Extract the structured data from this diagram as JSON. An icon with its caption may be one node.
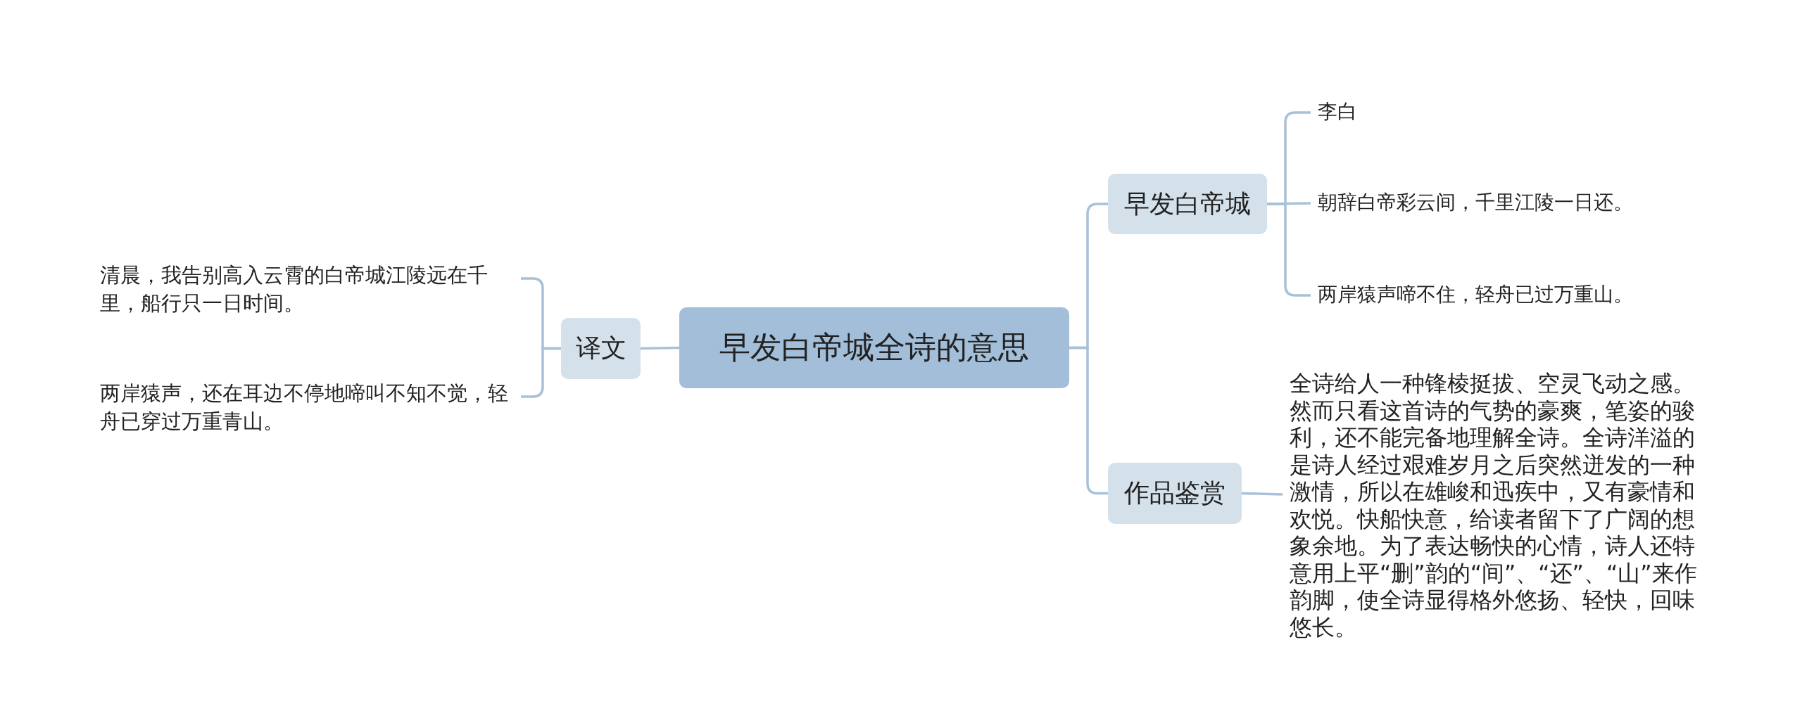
{
  "diagram": {
    "nodes": [
      {
        "text": [
          "早发白帝城全诗的意思"
        ]
      },
      {
        "text": [
          "早发白帝城"
        ]
      },
      {
        "text": [
          "李白"
        ]
      },
      {
        "text": [
          "朝辞白帝彩云间，千里江陵一日还。"
        ]
      },
      {
        "text": [
          "两岸猿声啼不住，轻舟已过万重山。"
        ]
      },
      {
        "text": [
          "作品鉴赏"
        ]
      },
      {
        "text": [
          "全诗给人一种锋棱挺拔、空灵飞动之感。然而只看这首诗的气势的豪爽，笔姿的骏利，还不能完备地理解全诗。全诗洋溢的是诗人经过艰难岁月之后突然迸发的一种激情，所以在雄峻和迅疾中，又有豪情和欢悦。快船快意，给读者留下了广阔的想象余地。为了表达畅快的心情，诗人还特意用上平“删”韵的“间”、“还”、“山”来作韵脚，使全诗显得格外悠扬、轻快，回味悠长。"
        ]
      },
      {
        "text": [
          "译文"
        ]
      },
      {
        "text": [
          "清晨，我告别高入云霄的白帝城江陵远在千里，船行只一日时间。"
        ]
      },
      {
        "text": [
          "两岸猿声，还在耳边不停地啼叫不知不觉，轻舟已穿过万重青山。"
        ]
      }
    ],
    "edges": [
      {
        "from": 0,
        "to": 1,
        "arrow": "none"
      },
      {
        "from": 0,
        "to": 5,
        "arrow": "none"
      },
      {
        "from": 0,
        "to": 7,
        "arrow": "none"
      },
      {
        "from": 1,
        "to": 2,
        "arrow": "none"
      },
      {
        "from": 1,
        "to": 3,
        "arrow": "none"
      },
      {
        "from": 1,
        "to": 4,
        "arrow": "none"
      },
      {
        "from": 5,
        "to": 6,
        "arrow": "none"
      },
      {
        "from": 7,
        "to": 8,
        "arrow": "none"
      },
      {
        "from": 7,
        "to": 9,
        "arrow": "none"
      }
    ]
  }
}
